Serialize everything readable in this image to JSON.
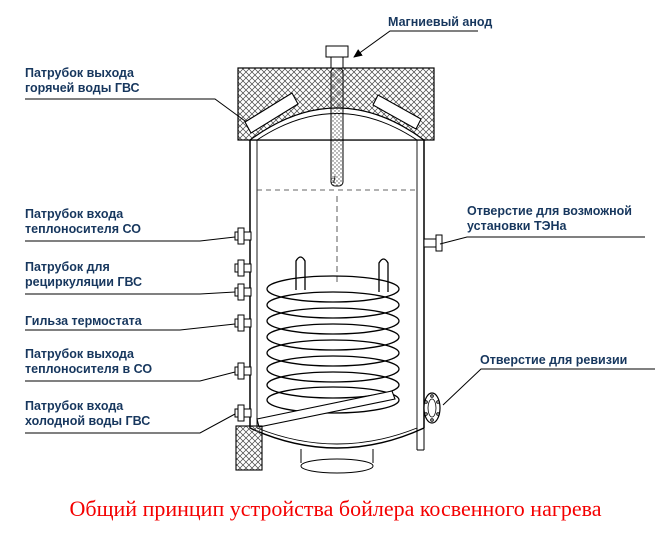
{
  "colors": {
    "label": "#17375e",
    "title": "#f40000",
    "line": "#000000"
  },
  "title": "Общий принцип устройства бойлера косвенного нагрева",
  "dimension": "d",
  "callouts": {
    "magnesium_anode": "Магниевый анод",
    "hot_water_outlet": "Патрубок выхода\nгорячей воды ГВС",
    "heat_carrier_inlet": "Патрубок входа\nтеплоносителя СО",
    "recirculation": "Патрубок для\nрециркуляции ГВС",
    "thermostat_sleeve": "Гильза термостата",
    "heat_carrier_outlet": "Патрубок выхода\nтеплоносителя в СО",
    "cold_water_inlet": "Патрубок входа\nхолодной воды ГВС",
    "ten_opening": "Отверстие для возможной\nустановки ТЭНа",
    "inspection_opening": "Отверстие для ревизии"
  }
}
